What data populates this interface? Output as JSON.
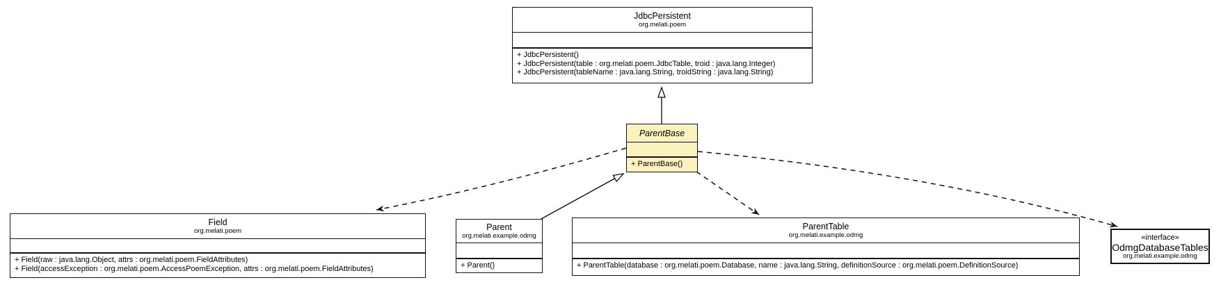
{
  "colors": {
    "background": "#ffffff",
    "box_fill": "#ffffff",
    "highlight_fill": "#fcf2be",
    "line": "#111111",
    "text": "#000000"
  },
  "classes": {
    "jdbc": {
      "name": "JdbcPersistent",
      "package": "org.melati.poem",
      "methods": [
        "+ JdbcPersistent()",
        "+ JdbcPersistent(table : org.melati.poem.JdbcTable, troid : java.lang.Integer)",
        "+ JdbcPersistent(tableName : java.lang.String, troidString : java.lang.String)"
      ]
    },
    "parentbase": {
      "name": "ParentBase",
      "abstract": true,
      "methods": [
        "+ ParentBase()"
      ]
    },
    "field": {
      "name": "Field",
      "package": "org.melati.poem",
      "methods": [
        "+ Field(raw : java.lang.Object, attrs : org.melati.poem.FieldAttributes)",
        "+ Field(accessException : org.melati.poem.AccessPoemException, attrs : org.melati.poem.FieldAttributes)"
      ]
    },
    "parent": {
      "name": "Parent",
      "package": "org.melati.example.odmg",
      "methods": [
        "+ Parent()"
      ]
    },
    "parenttable": {
      "name": "ParentTable",
      "package": "org.melati.example.odmg",
      "methods": [
        "+ ParentTable(database : org.melati.poem.Database, name : java.lang.String, definitionSource : org.melati.poem.DefinitionSource)"
      ]
    },
    "odmg": {
      "stereotype": "«interface»",
      "name": "OdmgDatabaseTables",
      "package": "org.melati.example.odmg"
    }
  },
  "relations": [
    {
      "from": "ParentBase",
      "to": "JdbcPersistent",
      "type": "generalization",
      "line": "solid",
      "arrow": "hollow-triangle"
    },
    {
      "from": "Parent",
      "to": "ParentBase",
      "type": "generalization",
      "line": "solid",
      "arrow": "hollow-triangle"
    },
    {
      "from": "ParentBase",
      "to": "Field",
      "type": "dependency",
      "line": "dashed",
      "arrow": "open"
    },
    {
      "from": "ParentBase",
      "to": "ParentTable",
      "type": "dependency",
      "line": "dashed",
      "arrow": "open"
    },
    {
      "from": "ParentBase",
      "to": "OdmgDatabaseTables",
      "type": "dependency",
      "line": "dashed",
      "arrow": "open"
    }
  ]
}
